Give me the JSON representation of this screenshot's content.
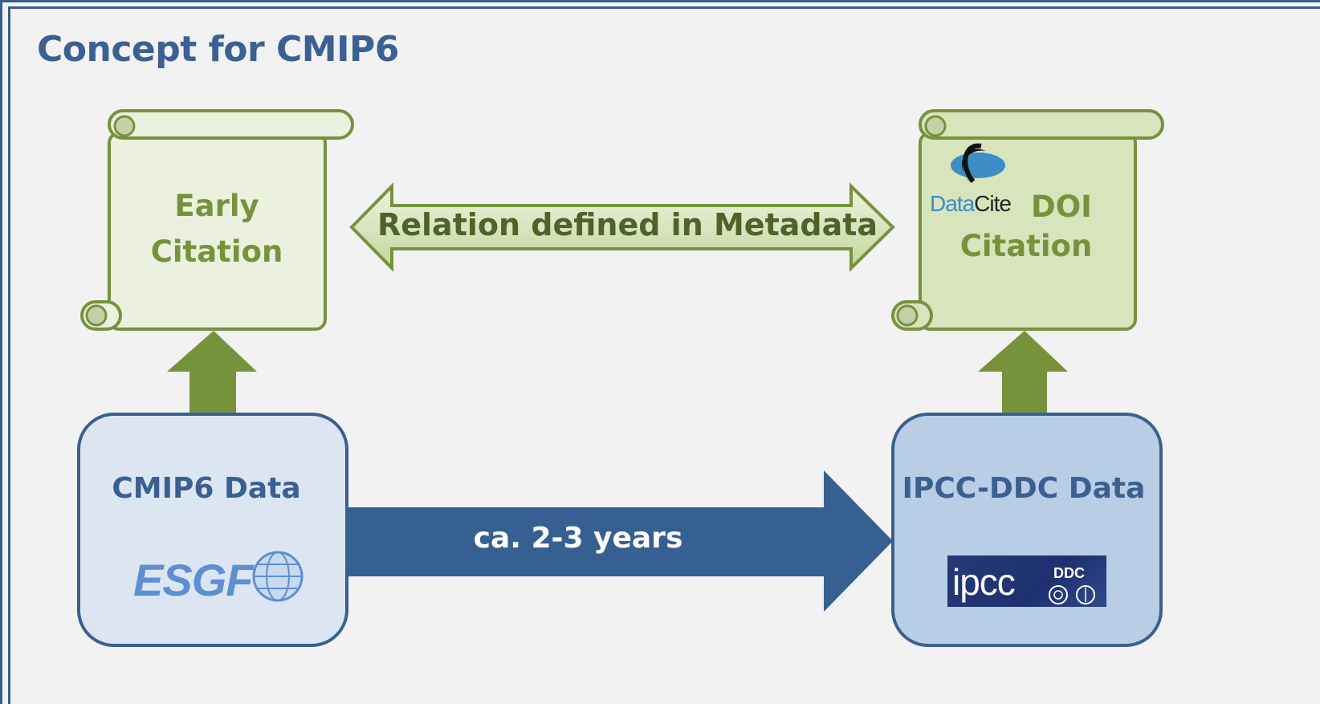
{
  "title": "Concept for CMIP6",
  "early_citation": {
    "line1": "Early",
    "line2": "Citation"
  },
  "doi_citation": {
    "line1": "DOI",
    "line2": "Citation",
    "logo_word_a": "Data",
    "logo_word_b": "Cite"
  },
  "relation_label": "Relation defined in Metadata",
  "cmip6_box": {
    "label": "CMIP6 Data",
    "logo": "ESGF"
  },
  "ipcc_box": {
    "label": "IPCC-DDC Data",
    "logo_main": "ipcc",
    "logo_sub": "DDC"
  },
  "transfer_label": "ca. 2-3 years",
  "colors": {
    "frame": "#3a5c8c",
    "scroll_fill_left": "#ebf1de",
    "scroll_fill_right": "#d7e4bc",
    "scroll_stroke": "#76933c",
    "green_text": "#76933c",
    "box_fill_left": "#dce6f2",
    "box_fill_right": "#b9cde5",
    "box_stroke": "#3a5f91",
    "big_arrow": "#376092",
    "up_arrow": "#76933c"
  },
  "icons": [
    "datacite-logo-icon",
    "esgf-globe-icon",
    "ipcc-logo-icon",
    "un-emblem-icon"
  ]
}
